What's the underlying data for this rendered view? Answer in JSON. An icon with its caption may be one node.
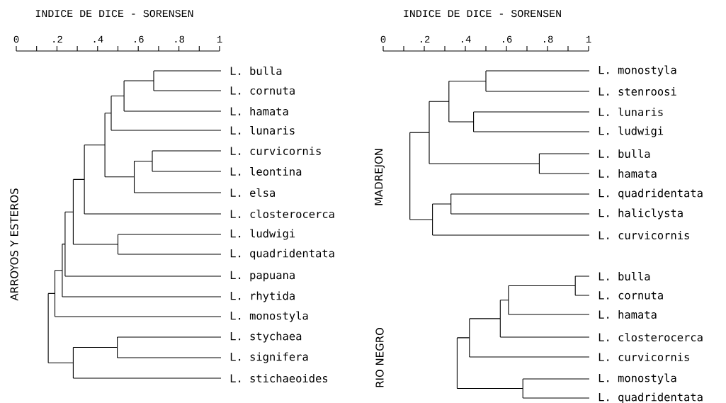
{
  "diagram": {
    "labels": [
      "INDICE DE DICE - SORENSEN",
      "0",
      ".2",
      ".4",
      ".6",
      ".8",
      "1",
      "ARROYOS Y ESTEROS",
      "L. bulla",
      "L. cornuta",
      "L. hamata",
      "L. lunaris",
      "L. curvicornis",
      "L. leontina",
      "L. elsa",
      "L. closterocerca",
      "L. ludwigi",
      "L. quadridentata",
      "L. papuana",
      "L. rhytida",
      "L. monostyla",
      "L. stychaea",
      "L. signifera",
      "L. stichaeoides",
      "INDICE DE DICE - SORENSEN",
      "0",
      ".2",
      ".4",
      ".6",
      ".8",
      "1",
      "MADREJON",
      "L. monostyla",
      "L. stenroosi",
      "L. lunaris",
      "L. ludwigi",
      "L. bulla",
      "L. hamata",
      "L. quadridentata",
      "L. haliclysta",
      "L. curvicornis",
      "RIO NEGRO",
      "L. bulla",
      "L. cornuta",
      "L. hamata",
      "L. closterocerca",
      "L. curvicornis",
      "L. monostyla",
      "L. quadridentata"
    ]
  }
}
